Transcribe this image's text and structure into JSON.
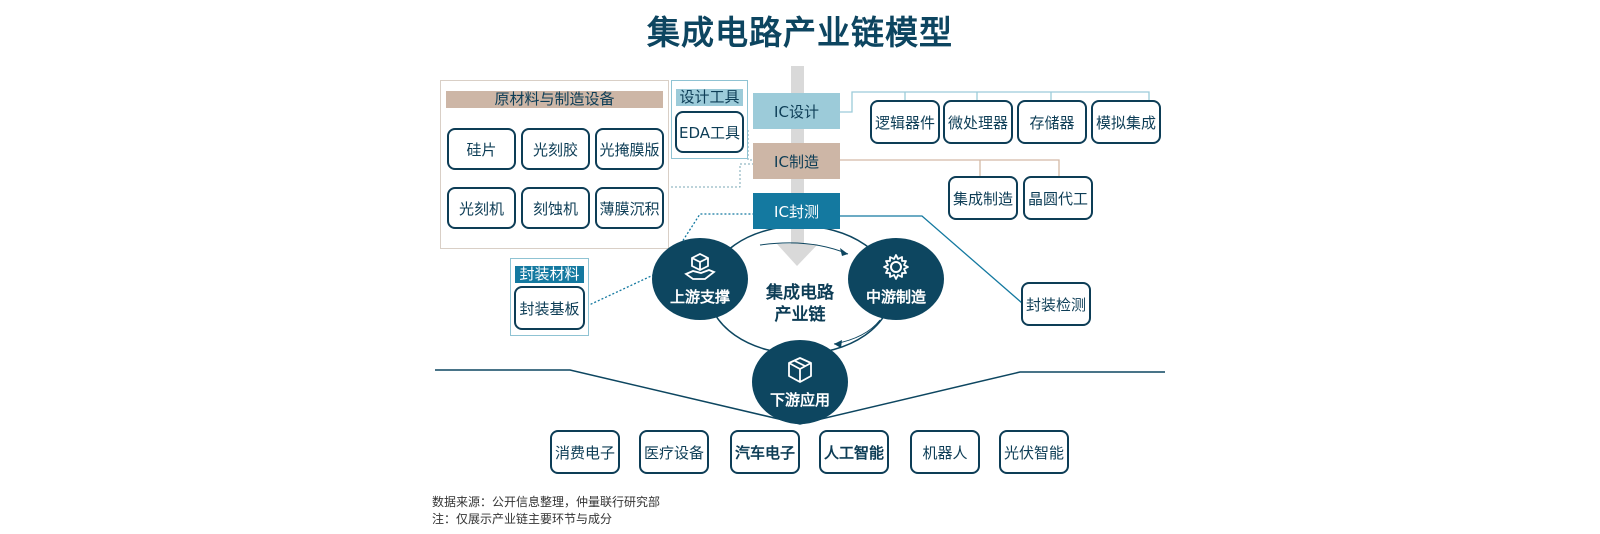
{
  "title": "集成电路产业链模型",
  "raw_materials": {
    "header": "原材料与制造设备",
    "items": [
      "硅片",
      "光刻胶",
      "光掩膜版",
      "光刻机",
      "刻蚀机",
      "薄膜沉积"
    ]
  },
  "design_tools": {
    "header": "设计工具",
    "item": "EDA工具"
  },
  "chain_steps": [
    "IC设计",
    "IC制造",
    "IC封测"
  ],
  "design_products": [
    "逻辑器件",
    "微处理器",
    "存储器",
    "模拟集成"
  ],
  "manufacturing_types": [
    "集成制造",
    "晶圆代工"
  ],
  "packaging_material": {
    "header": "封装材料",
    "item": "封装基板"
  },
  "packaging_test": "封装检测",
  "center": {
    "line1": "集成电路",
    "line2": "产业链"
  },
  "nodes": {
    "upstream": "上游支撑",
    "midstream": "中游制造",
    "downstream": "下游应用"
  },
  "applications": [
    "消费电子",
    "医疗设备",
    "汽车电子",
    "人工智能",
    "机器人",
    "光伏智能"
  ],
  "notes": {
    "source": "数据来源：公开信息整理，仲量联行研究部",
    "remark": "注：仅展示产业链主要环节与成分"
  },
  "colors": {
    "navy": "#0d4660",
    "tan": "#cdb6a6",
    "light_blue": "#9ccbd9",
    "teal": "#1479a0"
  }
}
